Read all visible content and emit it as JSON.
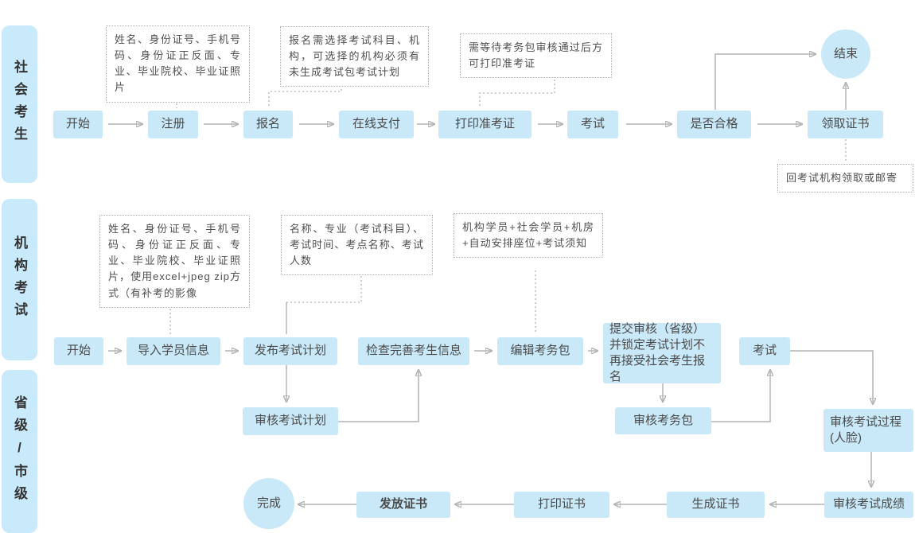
{
  "diagram": {
    "colors": {
      "node_fill": "#c9e9f9",
      "lane_fill": "#c9eafa",
      "node_text": "#4a4a4a",
      "arrow_gray": "#b4b4b4",
      "note_border": "#b1b1b1",
      "background": "#ffffff"
    },
    "lanes": [
      {
        "label": "社会考生"
      },
      {
        "label": "机构考试"
      },
      {
        "label": "省级/市级"
      }
    ],
    "nodes": {
      "start_social": "开始",
      "register": "注册",
      "signup": "报名",
      "pay_online": "在线支付",
      "print_ticket": "打印准考证",
      "exam_social": "考试",
      "pass_check": "是否合格",
      "get_cert": "领取证书",
      "end": "结束",
      "start_org": "开始",
      "import_students": "导入学员信息",
      "publish_plan": "发布考试计划",
      "check_info": "检查完善考生信息",
      "edit_package": "编辑考务包",
      "submit_audit": "提交审核（省级）并锁定考试计划不再接受社会考生报名",
      "exam_org": "考试",
      "audit_plan": "审核考试计划",
      "audit_package": "审核考务包",
      "audit_process": "审核考试过程\n(人脸)",
      "audit_score": "审核考试成绩",
      "gen_cert": "生成证书",
      "print_cert": "打印证书",
      "issue_cert": "发放证书",
      "finish": "完成"
    },
    "notes": {
      "register_note": "姓名、身份证号、手机号码、身份证正反面、专业、毕业院校、毕业证照片",
      "signup_note": "报名需选择考试科目、机构，可选择的机构必须有未生成考试包考试计划",
      "ticket_note": "需等待考务包审核通过后方可打印准考证",
      "import_note": "姓名、身份证号、手机号码、身份证正反面、专业、毕业院校、毕业证照片，使用excel+jpeg zip方式（有补考的影像",
      "plan_note": "名称、专业（考试科目）、考试时间、考点名称、考试人数",
      "package_note": "机构学员+社会学员+机房+自动安排座位+考试须知",
      "delivery_note": "回考试机构领取或邮寄"
    }
  }
}
